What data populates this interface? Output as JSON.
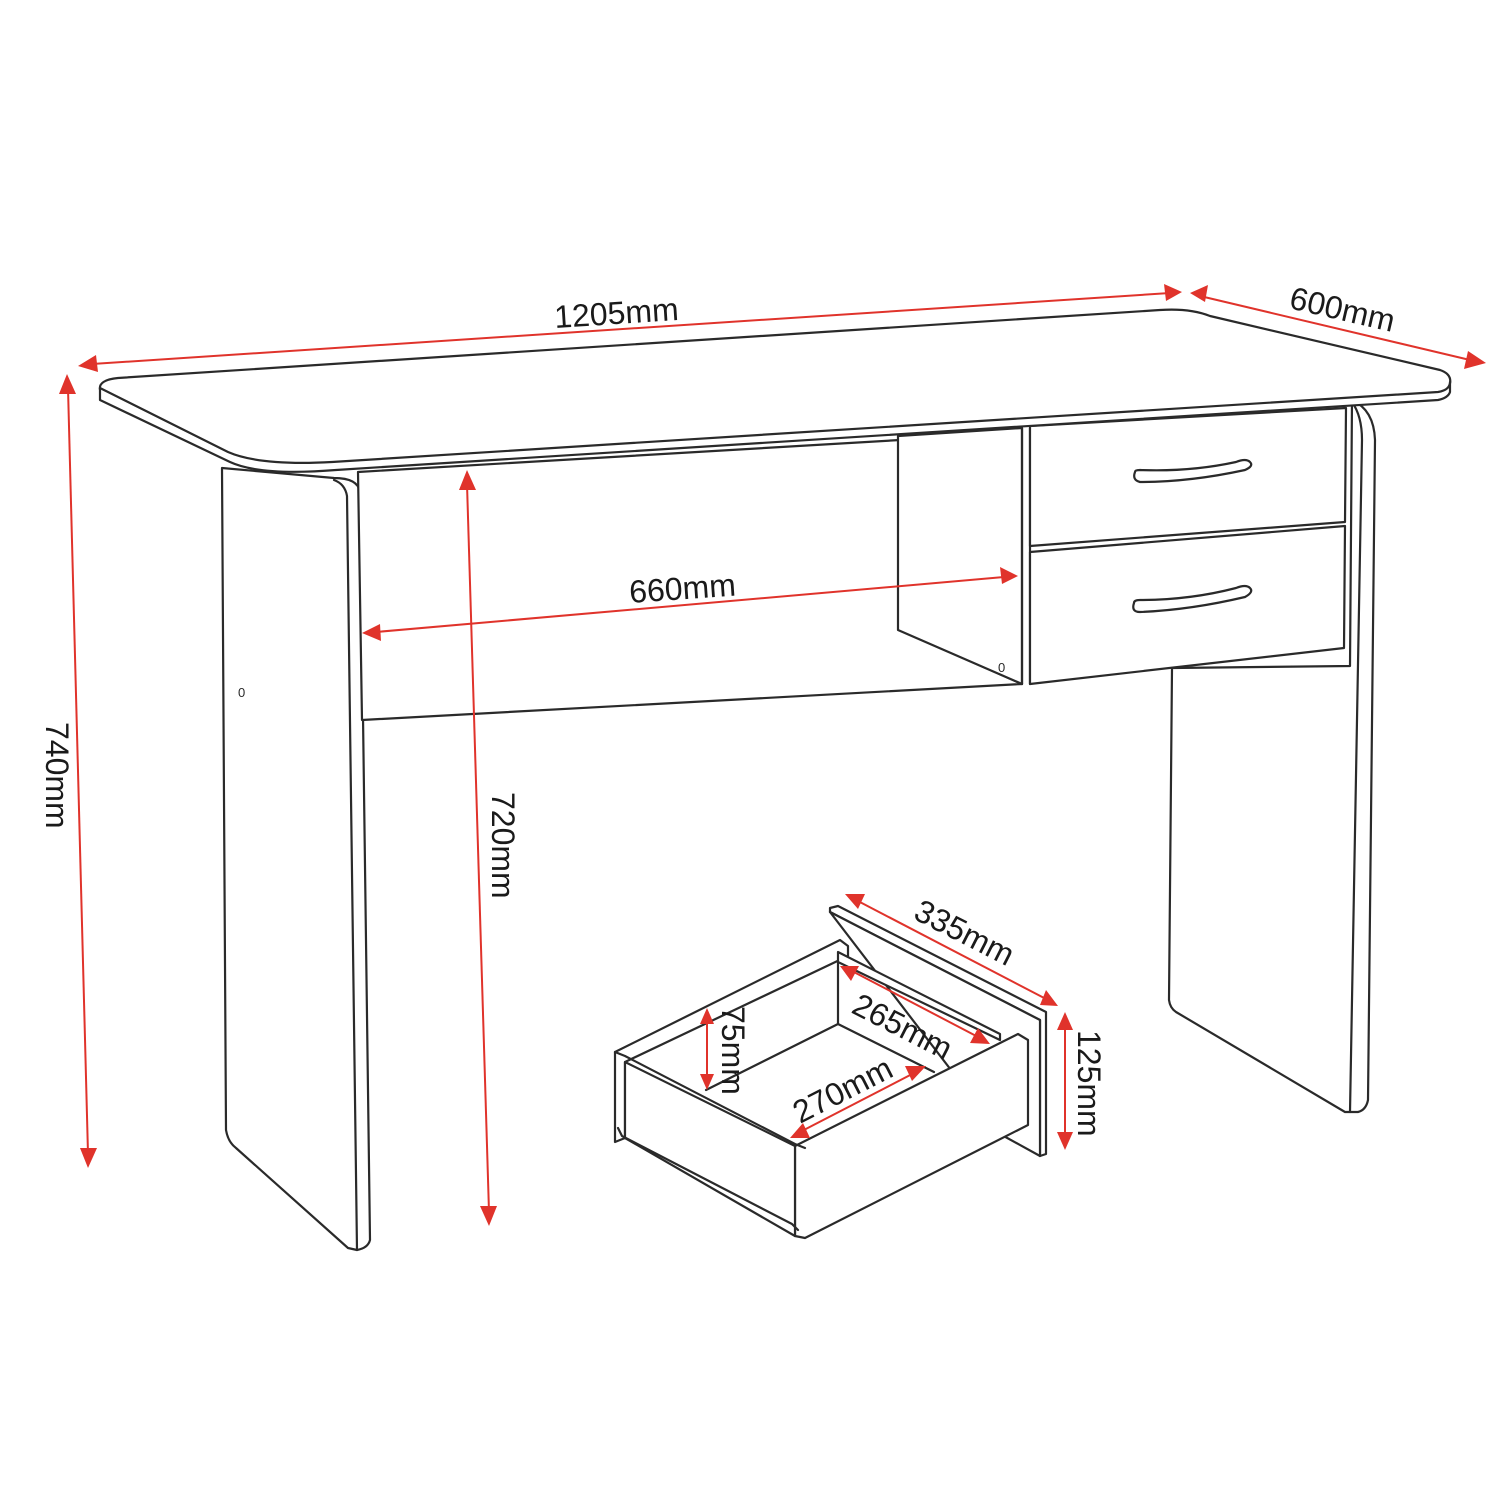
{
  "diagram": {
    "subject": "Desk with two drawers — technical dimension drawing",
    "colors": {
      "line": "#2a2a2a",
      "dimension": "#e0332b",
      "background": "#ffffff",
      "text": "#1a1a1a"
    },
    "dimensions": {
      "width": "1205mm",
      "depth": "600mm",
      "overall_height": "740mm",
      "clearance_height": "720mm",
      "knee_space_width": "660mm"
    },
    "drawer_detail": {
      "front_width": "335mm",
      "front_height": "125mm",
      "inner_depth": "265mm",
      "inner_width": "270mm",
      "inner_height": "75mm"
    },
    "hole_marks": [
      "0",
      "0"
    ]
  }
}
